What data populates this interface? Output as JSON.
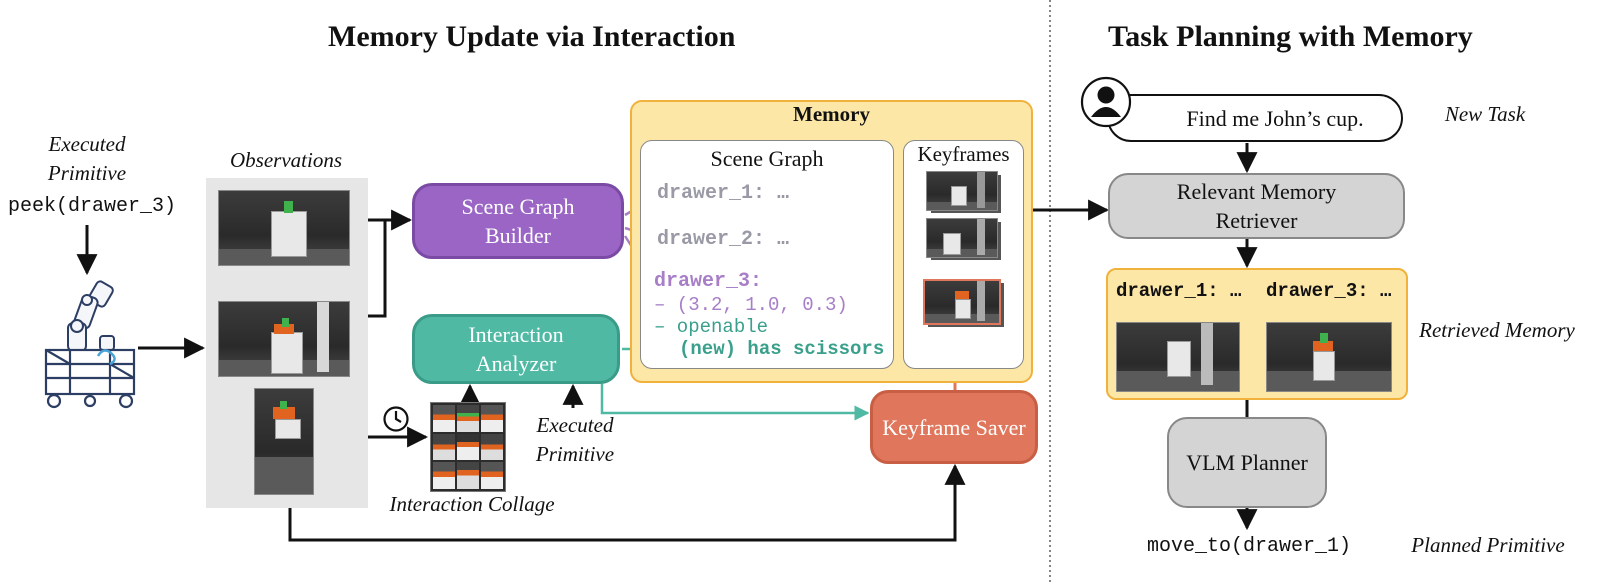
{
  "left_title": "Memory Update via Interaction",
  "right_title": "Task Planning with Memory",
  "executed_primitive_label": "Executed Primitive",
  "executed_primitive_code": "peek(drawer_3)",
  "observations_label": "Observations",
  "scene_graph_builder": "Scene Graph Builder",
  "interaction_analyzer": "Interaction Analyzer",
  "interaction_collage_label": "Interaction Collage",
  "executed_primitive_label_2": "Executed Primitive",
  "memory": {
    "title": "Memory",
    "scene_graph_title": "Scene Graph",
    "keyframes_title": "Keyframes",
    "drawer_1": "drawer_1: …",
    "drawer_2": "drawer_2: …",
    "drawer_3": "drawer_3:",
    "drawer_3_pos": "– (3.2, 1.0, 0.3)",
    "drawer_3_prop": "– openable",
    "drawer_3_new": "(new) has scissors"
  },
  "keyframe_saver": "Keyframe Saver",
  "task": {
    "query": "Find me John’s cup.",
    "new_task_label": "New Task",
    "retriever": "Relevant Memory Retriever",
    "retrieved_1": "drawer_1: …",
    "retrieved_3": "drawer_3: …",
    "retrieved_memory_label": "Retrieved Memory",
    "planner": "VLM Planner",
    "planned_code": "move_to(drawer_1)",
    "planned_primitive_label": "Planned Primitive"
  },
  "colors": {
    "purple": "#9a65c4",
    "teal": "#50b9a4",
    "coral": "#e0765b",
    "memory_fill": "#fde7a6",
    "memory_border": "#f0b23c",
    "gray_box": "#d4d4d4",
    "sg_purple_text": "#a77ec7",
    "teal_text": "#3aa08c"
  }
}
